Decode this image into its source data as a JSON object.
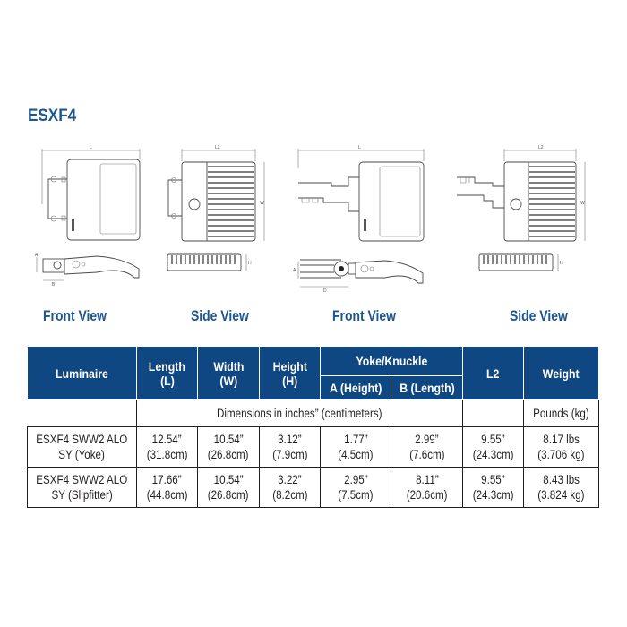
{
  "document": {
    "title": "ESXF4",
    "accent_color": "#1d5590",
    "header_bg_color": "#0f4783"
  },
  "drawings": [
    {
      "label": "Front View",
      "variant": "yoke",
      "dimension_marks": [
        "L",
        "A",
        "B"
      ]
    },
    {
      "label": "Side View",
      "variant": "yoke",
      "dimension_marks": [
        "L2",
        "W",
        "H"
      ]
    },
    {
      "label": "Front View",
      "variant": "slipfitter",
      "dimension_marks": [
        "L",
        "A",
        "D"
      ]
    },
    {
      "label": "Side View",
      "variant": "slipfitter",
      "dimension_marks": [
        "L2",
        "W",
        "H"
      ]
    }
  ],
  "table": {
    "headers": {
      "luminaire": "Luminaire",
      "length": {
        "line1": "Length",
        "line2": "(L)"
      },
      "width": {
        "line1": "Width",
        "line2": "(W)"
      },
      "height": {
        "line1": "Height",
        "line2": "(H)"
      },
      "yoke_knuckle": "Yoke/Knuckle",
      "yoke_a": "A (Height)",
      "yoke_b": "B (Length)",
      "l2": "L2",
      "weight": "Weight"
    },
    "units": {
      "dimensions": "Dimensions in inches” (centimeters)",
      "weight": "Pounds (kg)"
    },
    "rows": [
      {
        "luminaire": {
          "line1": "ESXF4 SWW2 ALO",
          "line2": "SY (Yoke)"
        },
        "length": {
          "in": "12.54”",
          "cm": "(31.8cm)"
        },
        "width": {
          "in": "10.54”",
          "cm": "(26.8cm)"
        },
        "height": {
          "in": "3.12”",
          "cm": "(7.9cm)"
        },
        "yoke_a": {
          "in": "1.77”",
          "cm": "(4.5cm)"
        },
        "yoke_b": {
          "in": "2.99”",
          "cm": "(7.6cm)"
        },
        "l2": {
          "in": "9.55”",
          "cm": "(24.3cm)"
        },
        "weight": {
          "lbs": "8.17 lbs",
          "kg": "(3.706 kg)"
        }
      },
      {
        "luminaire": {
          "line1": "ESXF4 SWW2 ALO",
          "line2": "SY (Slipfitter)"
        },
        "length": {
          "in": "17.66”",
          "cm": "(44.8cm)"
        },
        "width": {
          "in": "10.54”",
          "cm": "(26.8cm)"
        },
        "height": {
          "in": "3.22”",
          "cm": "(8.2cm)"
        },
        "yoke_a": {
          "in": "2.95”",
          "cm": "(7.5cm)"
        },
        "yoke_b": {
          "in": "8.11”",
          "cm": "(20.6cm)"
        },
        "l2": {
          "in": "9.55”",
          "cm": "(24.3cm)"
        },
        "weight": {
          "lbs": "8.43 lbs",
          "kg": "(3.824 kg)"
        }
      }
    ]
  }
}
